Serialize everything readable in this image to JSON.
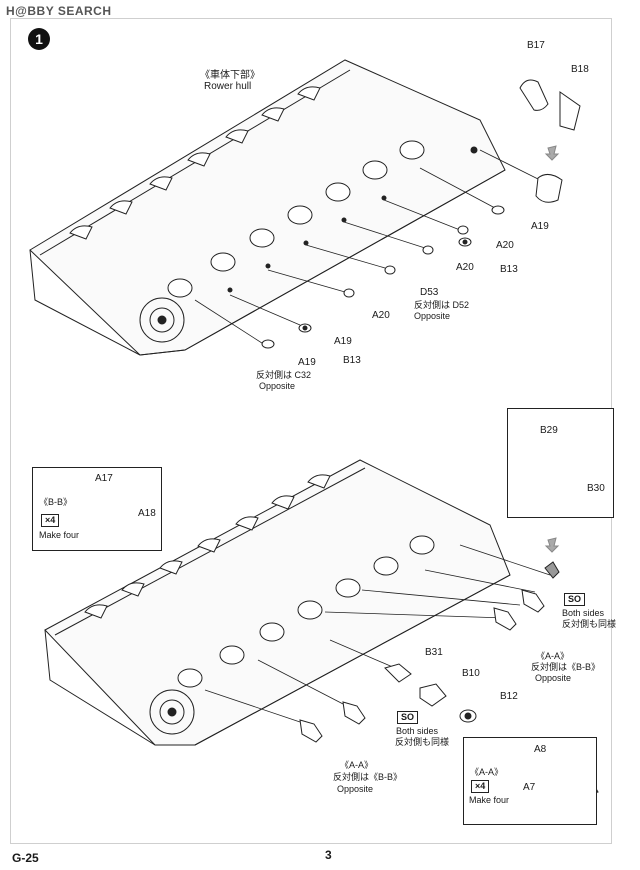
{
  "watermark": "H@BBY SEARCH",
  "step": {
    "number": "1"
  },
  "top": {
    "hull_label_jp": "《車体下部》",
    "hull_label_en": "Rower hull",
    "parts": {
      "b17": "B17",
      "b18": "B18",
      "a19_r": "A19",
      "a20_a": "A20",
      "a20_b": "A20",
      "b13_a": "B13",
      "d53": "D53",
      "d52_note_jp": "反対側は D52",
      "d52_note_en": "Opposite",
      "a20_c": "A20",
      "a19_b": "A19",
      "b13_b": "B13",
      "a19_c": "A19",
      "c32_note_jp": "反対側は C32",
      "c32_note_en": "Opposite"
    }
  },
  "inset_b29": {
    "b29": "B29",
    "b30": "B30"
  },
  "inset_left": {
    "a17": "A17",
    "a18": "A18",
    "section": "《B-B》",
    "count": "×4",
    "make": "Make four"
  },
  "bottom": {
    "b31": "B31",
    "b10": "B10",
    "b12": "B12",
    "so_label_1": "SO",
    "both_sides_en_1": "Both sides",
    "both_sides_jp_1": "反対側も同様",
    "so_label_2": "SO",
    "both_sides_en_2": "Both sides",
    "both_sides_jp_2": "反対側も同様",
    "aa_right": "《A-A》",
    "aa_right_note_jp": "反対側は《B-B》",
    "aa_right_note_en": "Opposite",
    "aa_center": "《A-A》",
    "aa_center_note_jp": "反対側は《B-B》",
    "aa_center_note_en": "Opposite"
  },
  "inset_bottom_right": {
    "a8": "A8",
    "a7": "A7",
    "section": "《A-A》",
    "count": "×4",
    "make": "Make four"
  },
  "footer": {
    "code": "G-25",
    "page": "3"
  }
}
